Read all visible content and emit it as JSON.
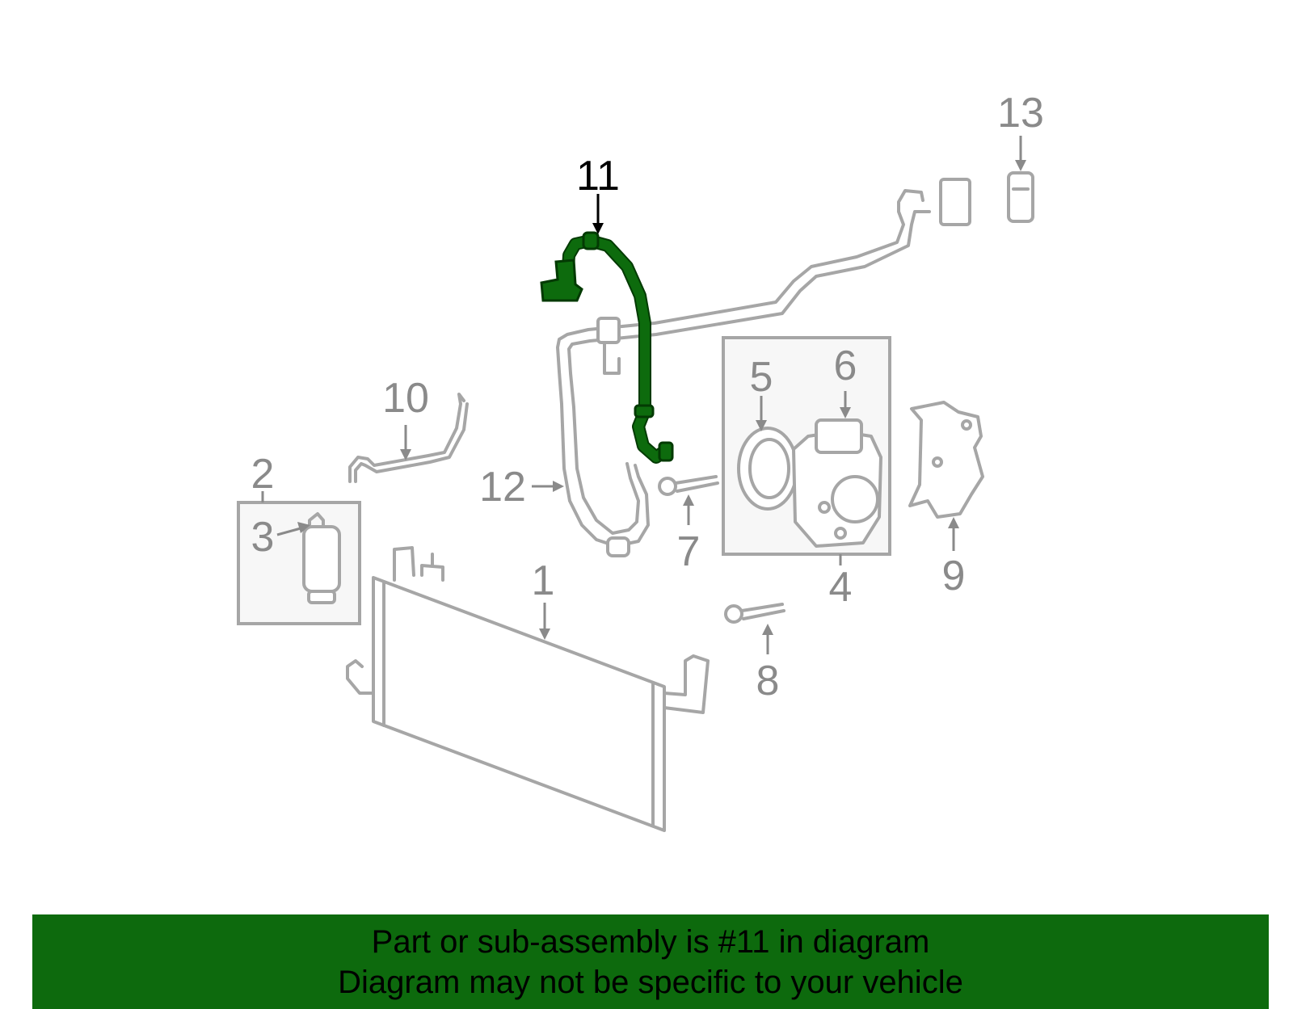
{
  "callouts": {
    "c1": "1",
    "c2": "2",
    "c3": "3",
    "c4": "4",
    "c5": "5",
    "c6": "6",
    "c7": "7",
    "c8": "8",
    "c9": "9",
    "c10": "10",
    "c11": "11",
    "c12": "12",
    "c13": "13"
  },
  "highlight": {
    "part": "11",
    "color": "#0d6a0d"
  },
  "footer": {
    "line1": "Part or sub-assembly is #11 in diagram",
    "line2": "Diagram may not be specific to your vehicle",
    "background": "#0d6a0d"
  }
}
